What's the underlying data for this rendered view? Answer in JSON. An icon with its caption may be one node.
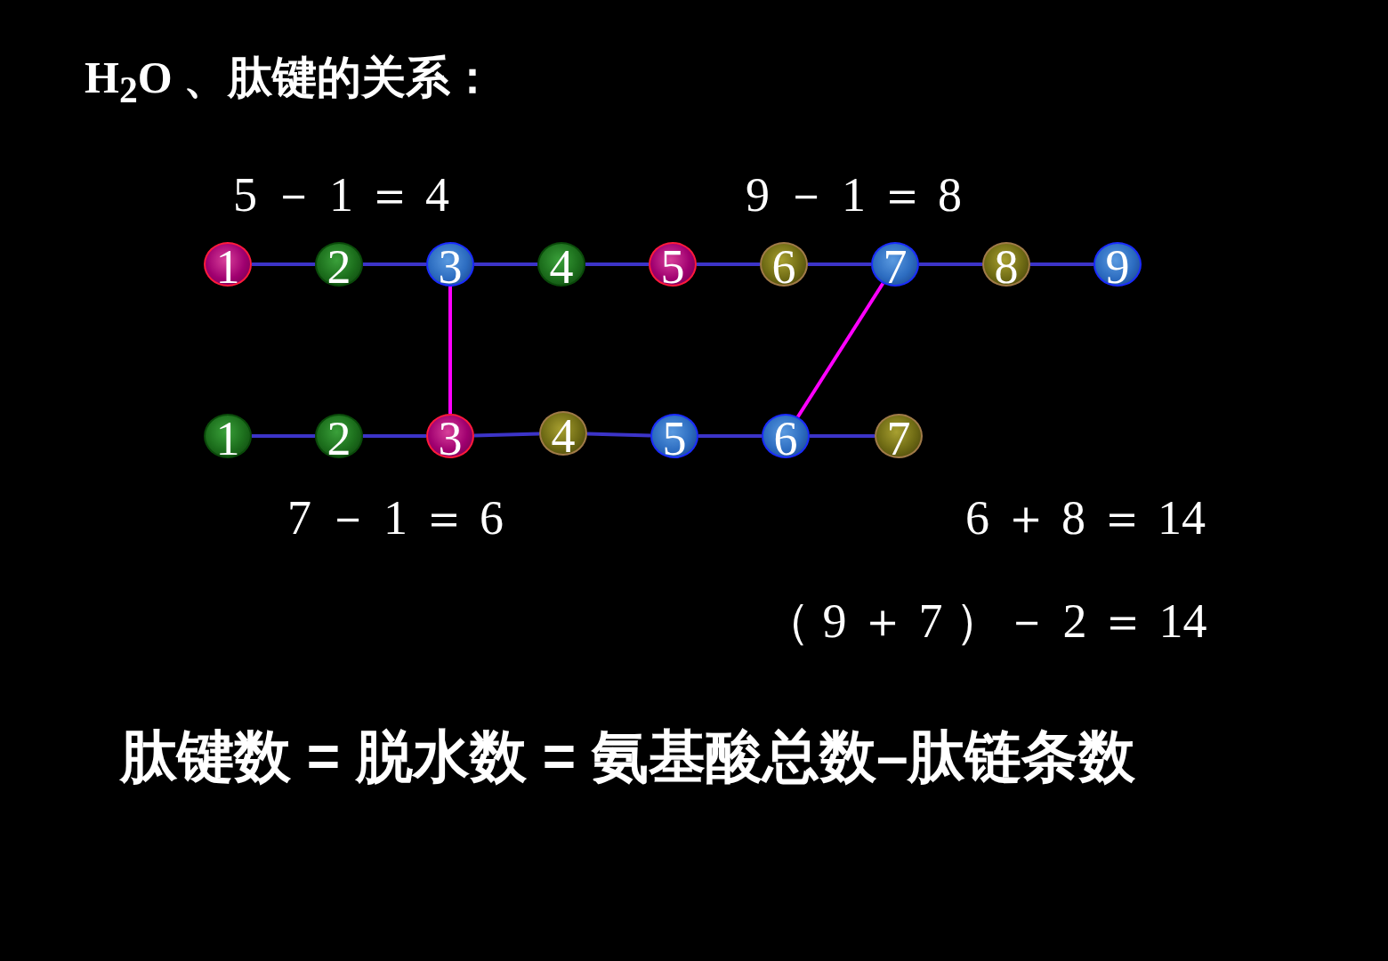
{
  "diagram": {
    "title": "H$_{2}$O 、肽键的关系：",
    "nodes": [
      {
        "text": [
          "1"
        ]
      },
      {
        "text": [
          "2"
        ]
      },
      {
        "text": [
          "3"
        ]
      },
      {
        "text": [
          "4"
        ]
      },
      {
        "text": [
          "5"
        ]
      },
      {
        "text": [
          "6"
        ]
      },
      {
        "text": [
          "7"
        ]
      },
      {
        "text": [
          "8"
        ]
      },
      {
        "text": [
          "9"
        ]
      },
      {
        "text": [
          "1"
        ]
      },
      {
        "text": [
          "2"
        ]
      },
      {
        "text": [
          "3"
        ]
      },
      {
        "text": [
          "4"
        ]
      },
      {
        "text": [
          "5"
        ]
      },
      {
        "text": [
          "6"
        ]
      },
      {
        "text": [
          "7"
        ]
      }
    ],
    "edges": [
      {
        "from": 0,
        "to": 1,
        "arrow": "none"
      },
      {
        "from": 1,
        "to": 2,
        "arrow": "none"
      },
      {
        "from": 2,
        "to": 3,
        "arrow": "none"
      },
      {
        "from": 3,
        "to": 4,
        "arrow": "none"
      },
      {
        "from": 4,
        "to": 5,
        "arrow": "none"
      },
      {
        "from": 5,
        "to": 6,
        "arrow": "none"
      },
      {
        "from": 6,
        "to": 7,
        "arrow": "none"
      },
      {
        "from": 7,
        "to": 8,
        "arrow": "none"
      },
      {
        "from": 9,
        "to": 10,
        "arrow": "none"
      },
      {
        "from": 10,
        "to": 11,
        "arrow": "none"
      },
      {
        "from": 11,
        "to": 12,
        "arrow": "none"
      },
      {
        "from": 12,
        "to": 13,
        "arrow": "none"
      },
      {
        "from": 13,
        "to": 14,
        "arrow": "none"
      },
      {
        "from": 14,
        "to": 15,
        "arrow": "none"
      },
      {
        "from": 2,
        "to": 11,
        "arrow": "none",
        "color": "#ff00ff"
      },
      {
        "from": 6,
        "to": 14,
        "arrow": "none",
        "color": "#ff00ff"
      }
    ],
    "labels": [
      "5 － 1 ＝ 4",
      "9 － 1 ＝ 8",
      "7 － 1 ＝ 6",
      "6 ＋ 8 ＝ 14",
      "（ 9 ＋ 7 ）－ 2 ＝ 14",
      "肽键数 = 脱水数 = 氨基酸总数–肽链条数"
    ]
  }
}
